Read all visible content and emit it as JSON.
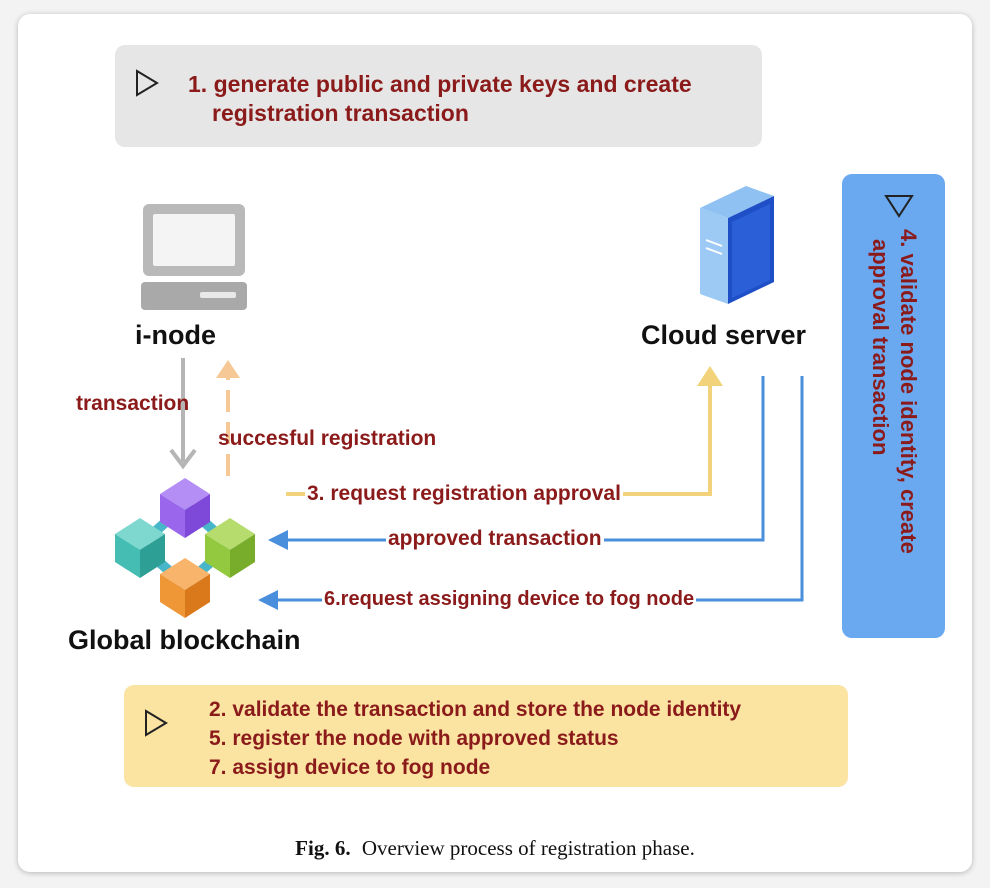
{
  "step_box_1": {
    "lines": [
      "1. generate public and private keys and create",
      "registration transaction"
    ],
    "color": "#e6e6e6"
  },
  "step_box_4": {
    "lines": [
      "4. validate node identity, create",
      "approval transaction"
    ],
    "color": "#6aa8f0"
  },
  "step_box_bottom": {
    "lines": [
      "2. validate the transaction and store the node identity",
      "5. register the node with approved status",
      "7. assign device to fog node"
    ],
    "color": "#fbe3a2"
  },
  "nodes": {
    "inode": {
      "title": "i-node",
      "icon": "computer-icon"
    },
    "cloud": {
      "title": "Cloud server",
      "icon": "server-icon"
    },
    "blockchain": {
      "title": "Global blockchain",
      "icon": "blockchain-icon"
    }
  },
  "flows": {
    "transaction": "transaction",
    "succesful_registration": "succesful registration",
    "request_approval": "3. request registration approval",
    "approved_transaction": "approved transaction",
    "request_assign": "6.request assigning device to fog node"
  },
  "colors": {
    "label_text": "#8b1a1a",
    "gray_arrow": "#b5b5b5",
    "orange_arrow": "#f6c896",
    "yellow_arrow": "#f2d27a",
    "blue_arrow": "#4a8fdc"
  },
  "caption": {
    "fig": "Fig. 6.",
    "text": "Overview process of registration phase."
  }
}
